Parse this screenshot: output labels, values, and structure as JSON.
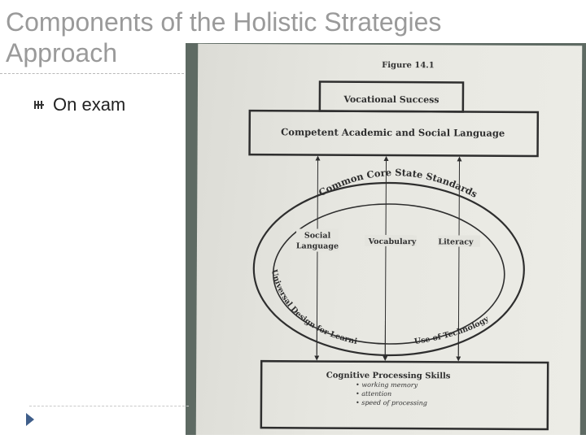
{
  "slide": {
    "title": "Components of the Holistic Strategies Approach",
    "bullet_text": "On exam"
  },
  "figure": {
    "label": "Figure 14.1",
    "top_box": "Vocational Success",
    "second_box": "Competent Academic and Social Language",
    "arc_top": "Common Core State Standards",
    "col_social_line1": "Social",
    "col_social_line2": "Language",
    "col_vocab": "Vocabulary",
    "col_literacy": "Literacy",
    "arc_left": "Universal Design for Learning",
    "arc_right": "Use of Technology",
    "bottom_box_title": "Cognitive Processing Skills",
    "bottom_items": [
      "working memory",
      "attention",
      "speed of processing"
    ]
  },
  "colors": {
    "title": "#9a9a9a",
    "ink": "#2e2e2e",
    "photo_border": "#5e6a63"
  }
}
